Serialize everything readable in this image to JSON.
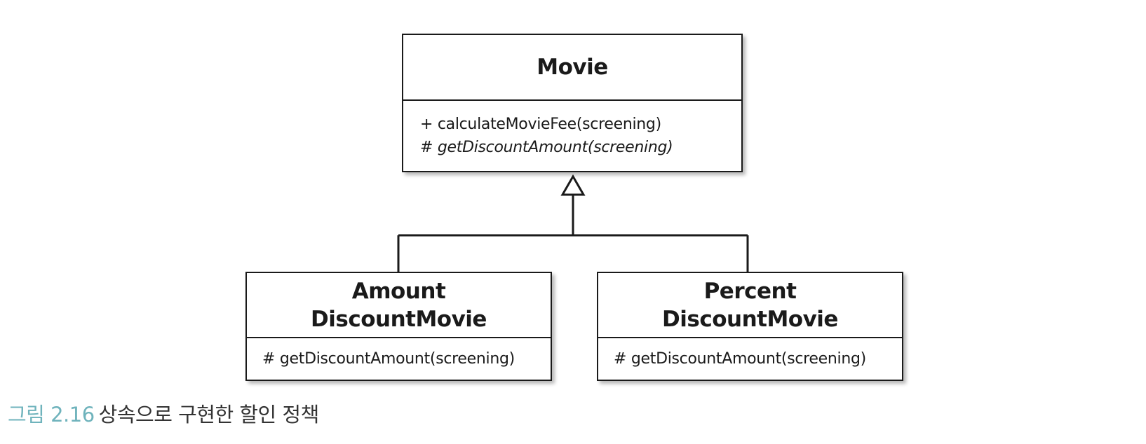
{
  "diagram": {
    "classes": {
      "movie": {
        "name_lines": [
          "Movie"
        ],
        "operations": [
          {
            "visibility": "+",
            "signature": "calculateMovieFee(screening)",
            "italic": false
          },
          {
            "visibility": "#",
            "signature": "getDiscountAmount(screening)",
            "italic": true
          }
        ]
      },
      "amount": {
        "name_lines": [
          "Amount",
          "DiscountMovie"
        ],
        "operations": [
          {
            "visibility": "#",
            "signature": "getDiscountAmount(screening)",
            "italic": false
          }
        ]
      },
      "percent": {
        "name_lines": [
          "Percent",
          "DiscountMovie"
        ],
        "operations": [
          {
            "visibility": "#",
            "signature": "getDiscountAmount(screening)",
            "italic": false
          }
        ]
      }
    },
    "relationships": [
      {
        "type": "generalization",
        "from": "amount",
        "to": "movie"
      },
      {
        "type": "generalization",
        "from": "percent",
        "to": "movie"
      }
    ]
  },
  "caption": {
    "label": "그림 2.16",
    "text": "상속으로 구현한 할인 정책"
  },
  "colors": {
    "caption_label": "#6fb3bc",
    "line": "#1a1a1a"
  }
}
